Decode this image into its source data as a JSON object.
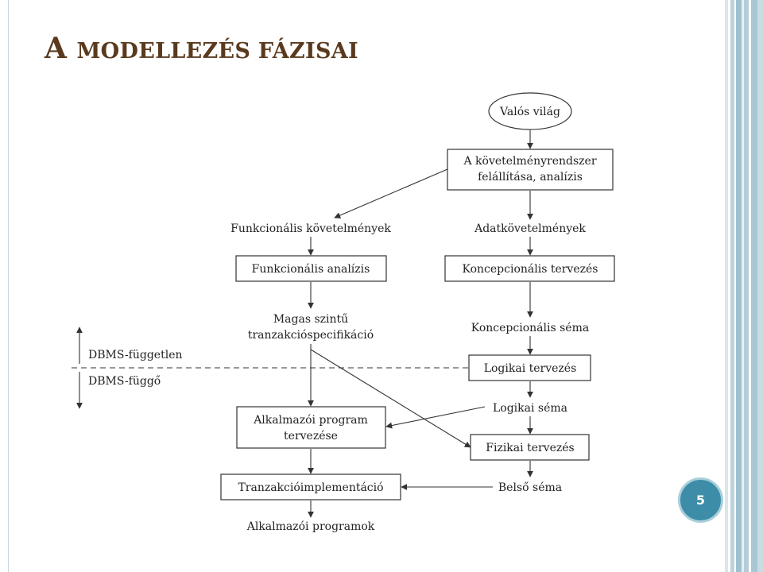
{
  "slide": {
    "title_first": "A ",
    "title_rest": "MODELLEZÉS FÁZISAI",
    "page_number": "5",
    "accent_color": "#3d8da8",
    "title_color": "#5a3a1e"
  },
  "diagram": {
    "nodes": {
      "valos_vilag": "Valós világ",
      "kovetelmeny_line1": "A követelményrendszer",
      "kovetelmeny_line2": "felállítása, analízis",
      "funkcionalis_kovetelmenyek": "Funkcionális követelmények",
      "adatkovetelmenyek": "Adatkövetelmények",
      "funkcionalis_analizis": "Funkcionális analízis",
      "koncepcionalis_tervezes": "Koncepcionális tervezés",
      "magas_szintu_line1": "Magas szintű",
      "magas_szintu_line2": "tranzakcióspecifikáció",
      "koncepcionalis_sema": "Koncepcionális séma",
      "logikai_tervezes": "Logikai tervezés",
      "logikai_sema": "Logikai séma",
      "alkalmazoi_line1": "Alkalmazói program",
      "alkalmazoi_line2": "tervezése",
      "fizikai_tervezes": "Fizikai tervezés",
      "tranzakcioimplementacio": "Tranzakcióimplementáció",
      "belso_sema": "Belső séma",
      "alkalmazoi_programok": "Alkalmazói programok"
    },
    "side_labels": {
      "dbms_fuggetlen": "DBMS-független",
      "dbms_fuggo": "DBMS-függő"
    }
  }
}
